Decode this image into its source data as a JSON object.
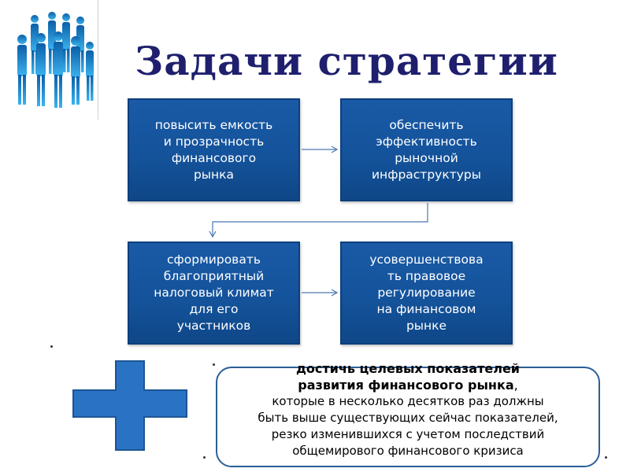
{
  "title": "Задачи стратегии",
  "boxes": [
    "повысить емкость\nи прозрачность\nфинансового\nрынка",
    "обеспечить\nэффективность\nрыночной\nинфраструктуры",
    "сформировать\nблагоприятный\nналоговый климат\nдля его\nучастников",
    "усовершенствова\nть правовое\nрегулирование\nна финансовом\nрынке"
  ],
  "goal": {
    "bold": "достичь целевых показателей\nразвития финансового рынка",
    "comma": ",",
    "text": "которые в несколько десятков раз должны\nбыть выше существующих сейчас показателей,\nрезко изменившихся с учетом последствий\nобщемирового финансового кризиса"
  },
  "colors": {
    "title": "#1f1f6e",
    "box": "#14539b",
    "cross": "#2a73c4",
    "people": "#1a8fd6"
  },
  "icons": [
    "people-silhouettes-icon",
    "plus-icon"
  ]
}
